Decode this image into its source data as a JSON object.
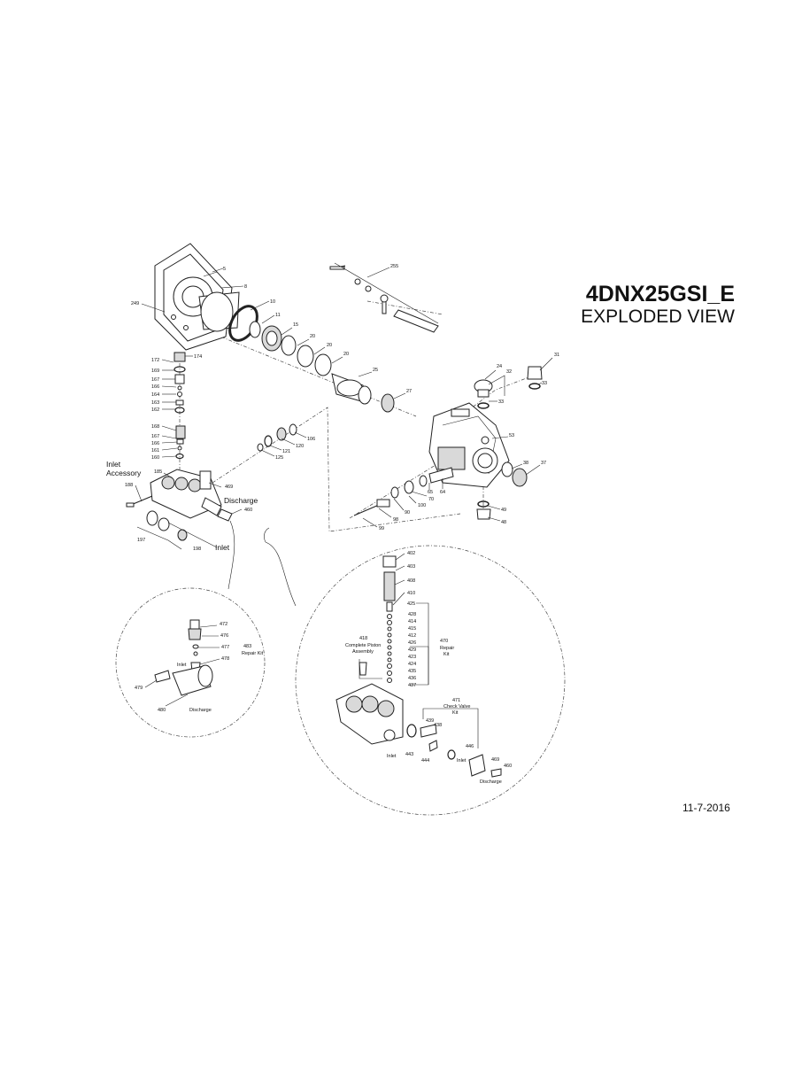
{
  "header": {
    "title": "4DNX25GSI_E",
    "subtitle": "EXPLODED VIEW"
  },
  "footer": {
    "date": "11-7-2016"
  },
  "callouts": {
    "c5": "5",
    "c8": "8",
    "c249": "249",
    "c10": "10",
    "c11": "11",
    "c15": "15",
    "c20a": "20",
    "c20b": "20",
    "c20c": "20",
    "c25": "25",
    "c27": "27",
    "c255": "255",
    "c24": "24",
    "c32": "32",
    "c33a": "33",
    "c33b": "33",
    "c31": "31",
    "c53": "53",
    "c38": "38",
    "c37": "37",
    "c49": "49",
    "c48": "48",
    "c64": "64",
    "c65": "65",
    "c70": "70",
    "c100": "100",
    "c90": "90",
    "c98": "98",
    "c99": "99",
    "c106": "106",
    "c120": "120",
    "c121": "121",
    "c125": "125",
    "c172": "172",
    "c174": "174",
    "c169": "169",
    "c167a": "167",
    "c166a": "166",
    "c164": "164",
    "c163": "163",
    "c162": "162",
    "c168": "168",
    "c167b": "167",
    "c166b": "166",
    "c161": "161",
    "c160": "160",
    "c185": "185",
    "c188": "188",
    "c469a": "469",
    "c460a": "460",
    "c197": "197",
    "c198": "198",
    "c472": "472",
    "c476": "476",
    "c477": "477",
    "c478": "478",
    "c483": "483",
    "c479": "479",
    "c480": "480",
    "c402": "402",
    "c403": "403",
    "c408": "408",
    "c410": "410",
    "c425": "425",
    "c428": "428",
    "c414": "414",
    "c415": "415",
    "c412": "412",
    "c426": "426",
    "c429": "429",
    "c423": "423",
    "c424": "424",
    "c435": "435",
    "c436": "436",
    "c437": "437",
    "c418": "418",
    "c470": "470",
    "c471": "471",
    "c439": "439",
    "c438": "438",
    "c443": "443",
    "c444": "444",
    "c446": "446",
    "c469b": "469",
    "c460b": "460"
  },
  "labels": {
    "inlet_accessory_1": "Inlet",
    "inlet_accessory_2": "Accessory",
    "discharge_main": "Discharge",
    "inlet_main": "Inlet",
    "repair_kit_483": "Repair Kit",
    "inlet_small": "Inlet",
    "discharge_small": "Discharge",
    "piston_asm_1": "Complete Piston",
    "piston_asm_2": "Assembly",
    "repair_kit_470_1": "Repair",
    "repair_kit_470_2": "Kit",
    "check_valve_1": "Check Valve",
    "check_valve_2": "Kit",
    "inlet_big": "Inlet",
    "inlet_right": "Inlet",
    "discharge_right": "Discharge"
  }
}
